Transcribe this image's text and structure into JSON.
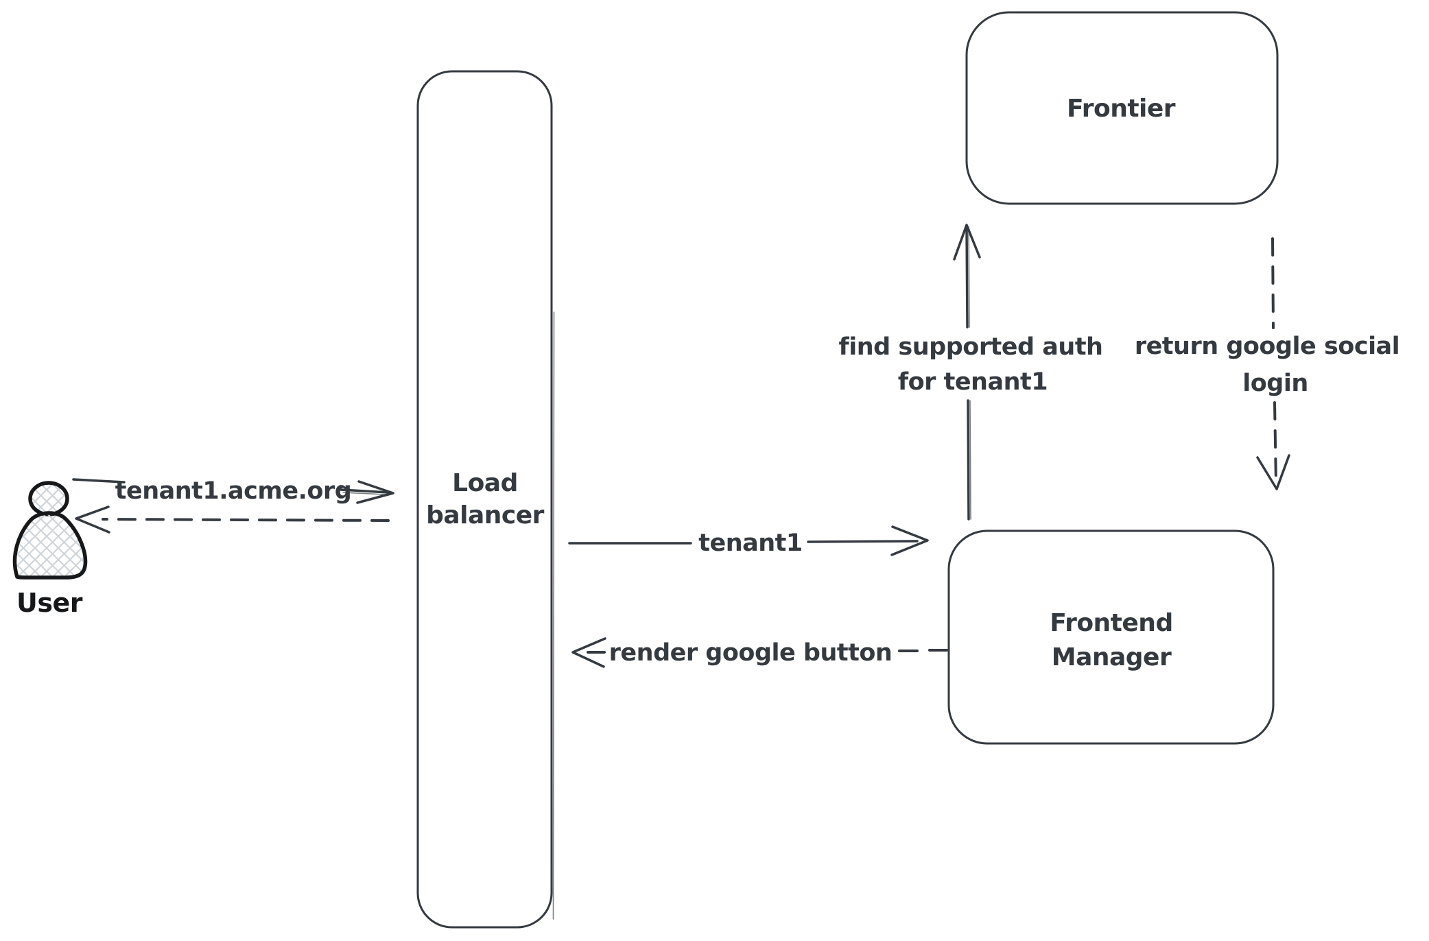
{
  "theme": {
    "bg": "#ffffff",
    "ink": "#343a40",
    "figure-ink": "#17181a",
    "hatch": "#ced4da"
  },
  "nodes": {
    "user": {
      "label": "User"
    },
    "load_balancer": {
      "line1": "Load",
      "line2": "balancer"
    },
    "frontier": {
      "label": "Frontier"
    },
    "frontend_manager": {
      "line1": "Frontend",
      "line2": "Manager"
    }
  },
  "edges": {
    "user_to_lb": {
      "label": "tenant1.acme.org",
      "style": "solid"
    },
    "lb_to_user": {
      "style": "dashed"
    },
    "lb_to_fm": {
      "label": "tenant1",
      "style": "solid"
    },
    "fm_to_lb": {
      "label": "render google button",
      "style": "dashed"
    },
    "fm_to_frontier": {
      "line1": "find supported auth",
      "line2": "for tenant1",
      "style": "solid"
    },
    "frontier_to_fm": {
      "line1": "return google social",
      "line2": "login",
      "style": "dashed"
    }
  }
}
